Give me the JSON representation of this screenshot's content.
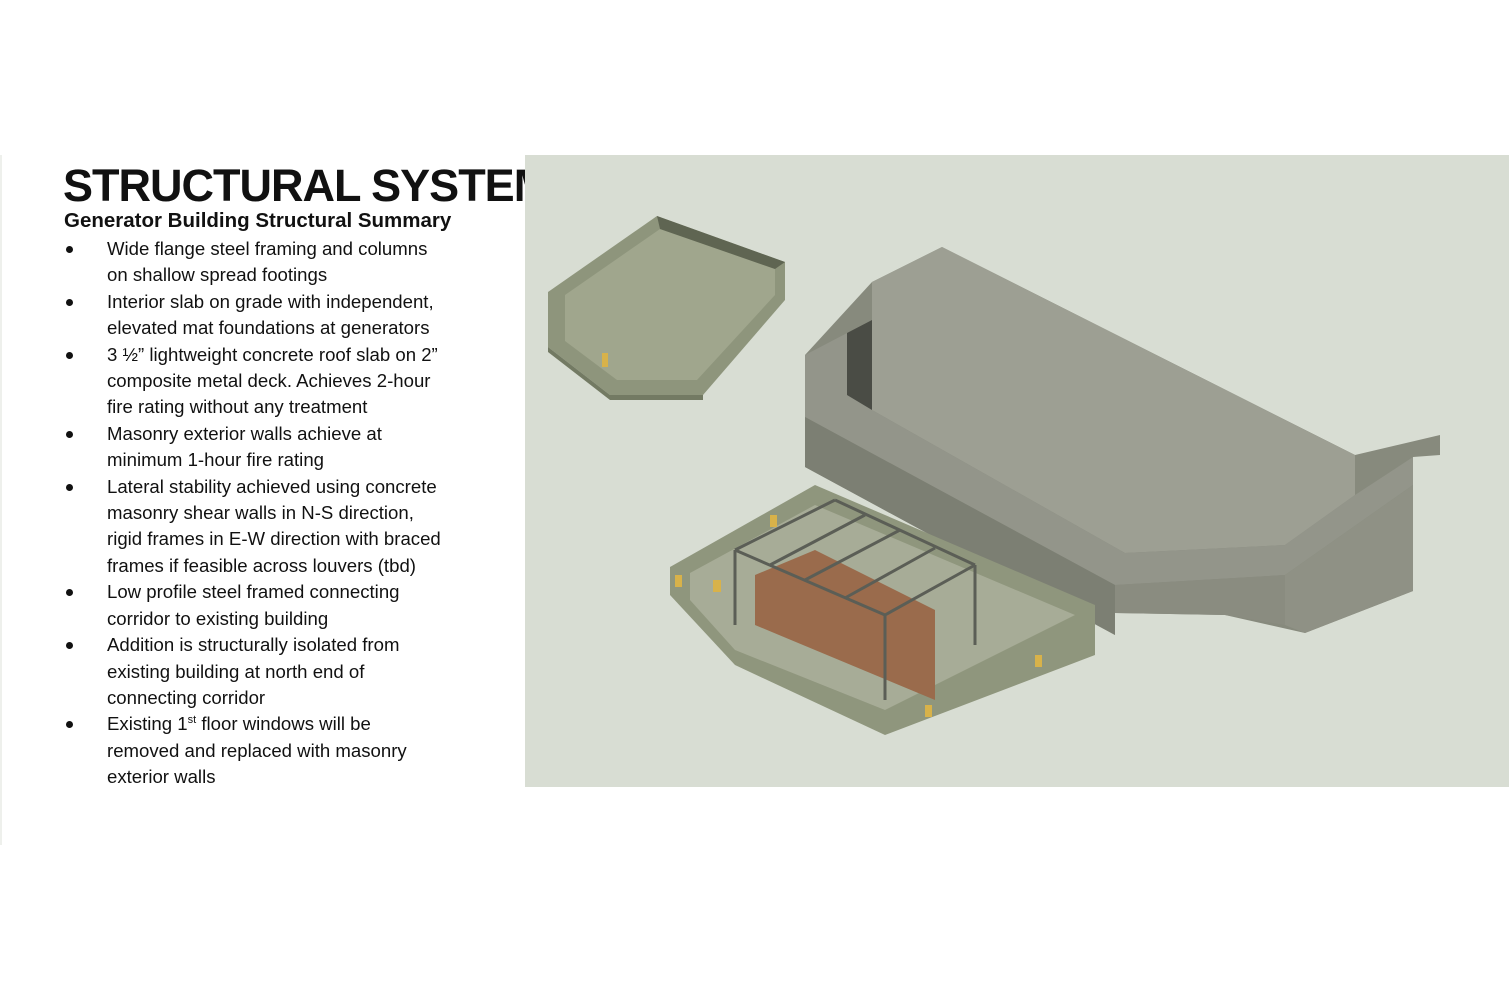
{
  "title": "STRUCTURAL SYSTEM",
  "subtitle": "Generator Building Structural Summary",
  "bullets": [
    {
      "lines": [
        "Wide flange steel framing and columns",
        "on shallow spread footings"
      ]
    },
    {
      "lines": [
        "Interior slab on grade with independent,",
        "elevated mat foundations at generators"
      ]
    },
    {
      "lines": [
        "3 ½” lightweight concrete roof slab on 2”",
        "composite metal deck.  Achieves 2-hour",
        "fire rating without any treatment"
      ]
    },
    {
      "lines": [
        "Masonry exterior walls achieve at",
        "minimum 1-hour fire rating"
      ]
    },
    {
      "lines": [
        "Lateral stability achieved using concrete",
        "masonry shear walls in N-S direction,",
        "rigid frames in E-W direction with braced",
        "frames if feasible across louvers (tbd)"
      ]
    },
    {
      "lines": [
        "Low profile steel framed connecting",
        "corridor to existing building"
      ]
    },
    {
      "lines": [
        "Addition is structurally isolated from",
        "existing building at north end of",
        "connecting corridor"
      ]
    },
    {
      "lines_rich": {
        "before": "Existing 1",
        "sup": "st",
        "after": " floor windows will be"
      },
      "lines": [
        "removed and replaced with masonry",
        "exterior walls"
      ]
    }
  ],
  "colors": {
    "figure_bg": "#d8ddd3",
    "building_top": "#9a9c8f",
    "building_side": "#878a7d",
    "masonry": "#9a6b4c",
    "tray": "#8e957c"
  }
}
